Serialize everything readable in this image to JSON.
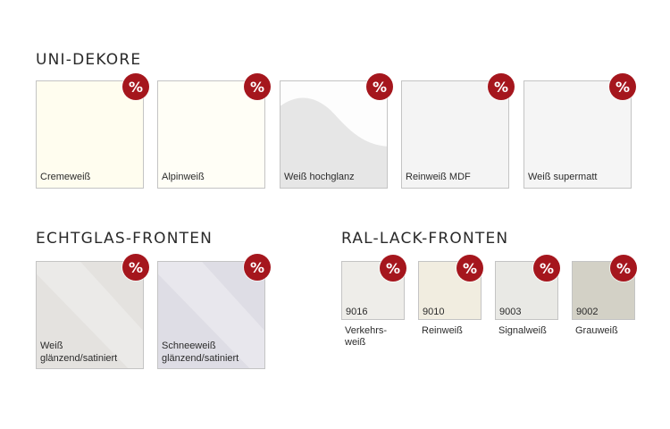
{
  "sections": {
    "uni": {
      "title": "UNI-DEKORE",
      "items": [
        {
          "label": "Cremeweiß",
          "color": "#fffdef"
        },
        {
          "label": "Alpinweiß",
          "color": "#fffef6"
        },
        {
          "label": "Weiß hochglanz",
          "color": "#fdfdfd",
          "accent": "#e6e6e6"
        },
        {
          "label": "Reinweiß MDF",
          "color": "#f4f4f4"
        },
        {
          "label": "Weiß supermatt",
          "color": "#f5f5f5"
        }
      ]
    },
    "glass": {
      "title": "ECHTGLAS-FRONTEN",
      "items": [
        {
          "label_line1": "Weiß",
          "label_line2": "glänzend/satiniert",
          "color": "#e4e2df"
        },
        {
          "label_line1": "Schneeweiß",
          "label_line2": "glänzend/satiniert",
          "color": "#dedde5"
        }
      ]
    },
    "ral": {
      "title": "RAL-LACK-FRONTEN",
      "items": [
        {
          "code": "9016",
          "name_line1": "Verkehrs-",
          "name_line2": "weiß",
          "color": "#eeede9"
        },
        {
          "code": "9010",
          "name_line1": "Reinweiß",
          "name_line2": "",
          "color": "#f1ede0"
        },
        {
          "code": "9003",
          "name_line1": "Signalweiß",
          "name_line2": "",
          "color": "#e9e9e5"
        },
        {
          "code": "9002",
          "name_line1": "Grauweiß",
          "name_line2": "",
          "color": "#d3d1c6"
        }
      ]
    }
  },
  "badge": {
    "symbol": "%",
    "color": "#a5161d",
    "icon": "percent-sale-icon"
  }
}
